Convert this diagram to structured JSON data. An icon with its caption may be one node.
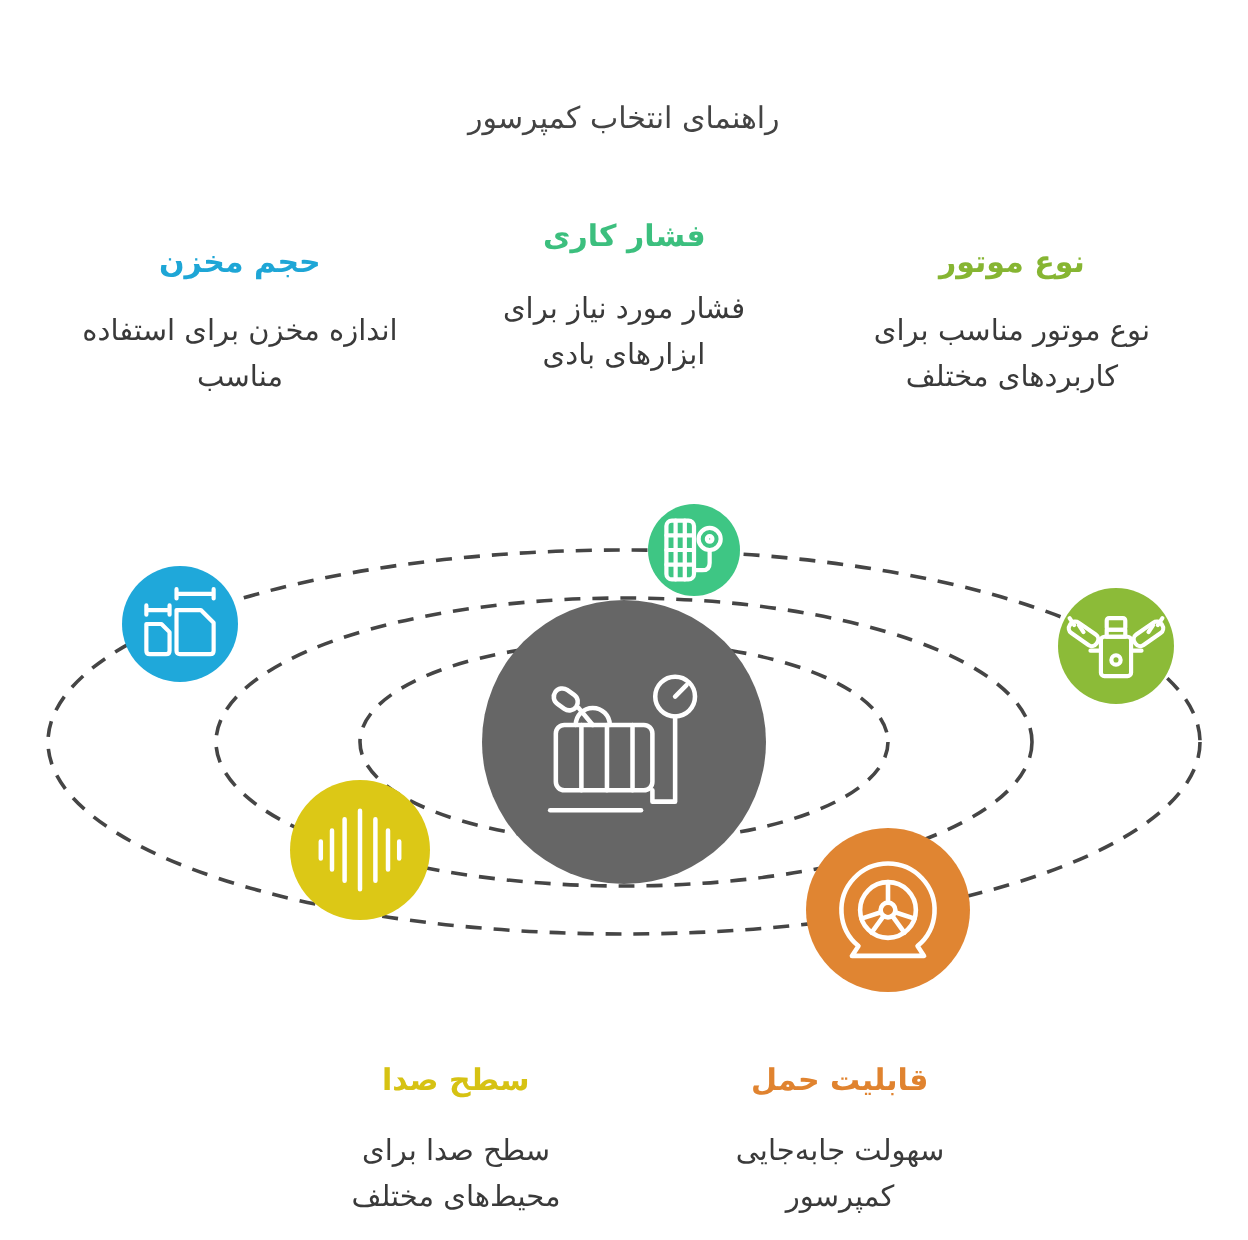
{
  "diagram": {
    "title": "راهنمای انتخاب کمپرسور",
    "labels": [
      "نوع موتور",
      "نوع موتور مناسب برای کاربردهای مختلف",
      "فشار کاری",
      "فشار مورد نیاز برای ابزارهای بادی",
      "حجم مخزن",
      "اندازه مخزن برای استفاده مناسب",
      "قابلیت حمل",
      "سهولت جابه‌جایی کمپرسور",
      "سطح صدا",
      "سطح صدا برای محیط‌های مختلف"
    ]
  }
}
